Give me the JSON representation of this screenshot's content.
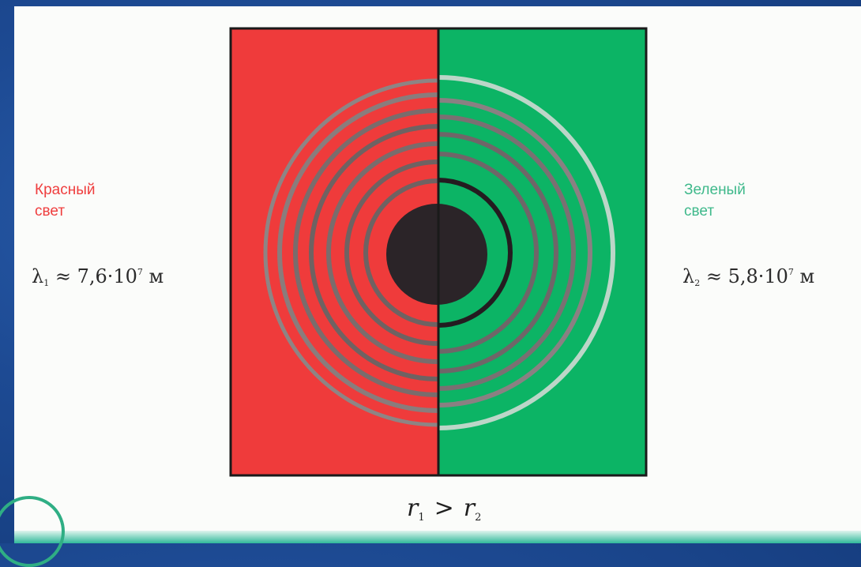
{
  "colors": {
    "red_panel": "#ef3b3b",
    "green_panel": "#0cb465",
    "ring_gray": "#7a6e6e",
    "ring_dark": "#2a2326",
    "ring_light": "#bcd6c8",
    "center_spot": "#2b2428"
  },
  "left": {
    "name_line1": "Красный",
    "name_line2": "свет",
    "lambda": "λ",
    "subscript": "1",
    "approx": " ≈ 7,6·10",
    "exponent": "7",
    "unit": " м"
  },
  "right": {
    "name_line1": "Зеленый",
    "name_line2": "свет",
    "lambda": "λ",
    "subscript": "2",
    "approx": " ≈ 5,8·10",
    "exponent": "7",
    "unit": " м"
  },
  "relation": {
    "left_var": "r",
    "left_sub": "1",
    "operator": ">",
    "right_var": "r",
    "right_sub": "2"
  }
}
